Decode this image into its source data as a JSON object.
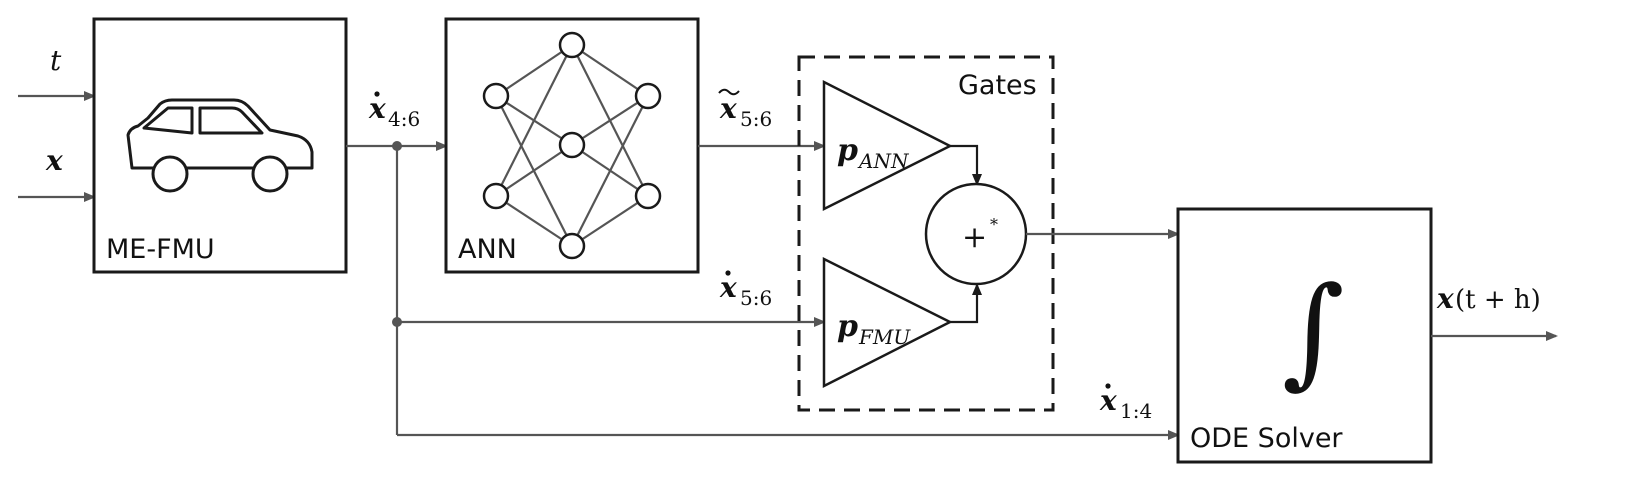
{
  "inputs": {
    "t": "t",
    "x": "x"
  },
  "blocks": {
    "fmu": "ME-FMU",
    "ann": "ANN",
    "gates": "Gates",
    "solver": "ODE Solver"
  },
  "signals": {
    "xdot_4_6_sub": "4:6",
    "xtilde_5_6_sub": "5:6",
    "xdot_5_6_sub": "5:6",
    "xdot_1_4_sub": "1:4",
    "output_symbol": "x",
    "output_args": "(t + h)"
  },
  "gates": {
    "p_ann_symbol": "p",
    "p_ann_sub": "ANN",
    "p_fmu_symbol": "p",
    "p_fmu_sub": "FMU",
    "sum_op": "+",
    "sum_sup": "*"
  },
  "solver": {
    "integral": "∫"
  }
}
